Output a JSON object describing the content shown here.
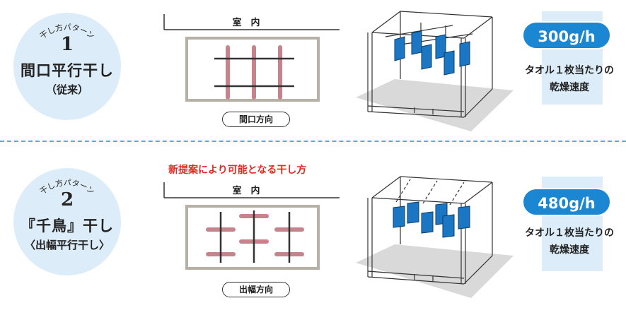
{
  "divider_color": "#4fb1d8",
  "towel_color": "#1b76c4",
  "badge_color": "#1b86d1",
  "rail_color": "#c7838c",
  "proposal_color": "#e02b20",
  "patterns": [
    {
      "arc_label": "干し方パターン",
      "number": "1",
      "name": "間口平行干し",
      "sub": "（従来）",
      "proposal": "",
      "room_label": "室　内",
      "direction_label": "間口方向",
      "rate": "300g/h",
      "caption_line1": "タオル１枚当たりの",
      "caption_line2": "乾燥速度"
    },
    {
      "arc_label": "干し方パターン",
      "number": "2",
      "name": "『千鳥』干し",
      "sub": "〈出幅平行干し〉",
      "proposal": "新提案により可能となる干し方",
      "room_label": "室　内",
      "direction_label": "出幅方向",
      "rate": "480g/h",
      "caption_line1": "タオル１枚当たりの",
      "caption_line2": "乾燥速度"
    }
  ]
}
